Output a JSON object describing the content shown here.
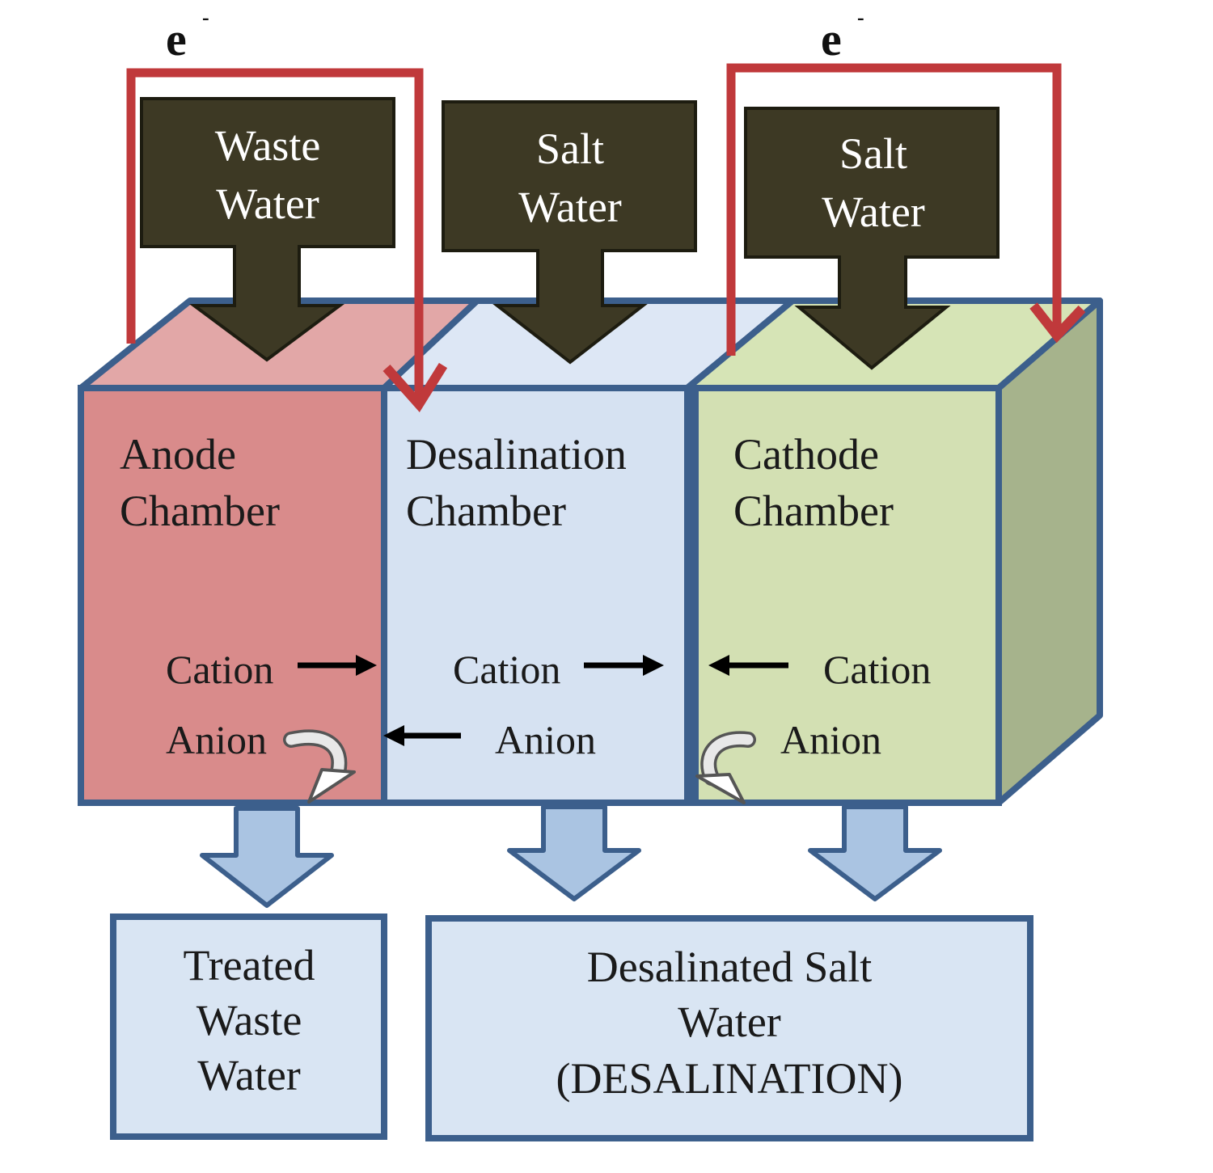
{
  "electrons": {
    "left": {
      "symbol": "e",
      "charge": "-"
    },
    "right": {
      "symbol": "e",
      "charge": "-"
    }
  },
  "inputs": [
    {
      "line1": "Waste",
      "line2": "Water"
    },
    {
      "line1": "Salt",
      "line2": "Water"
    },
    {
      "line1": "Salt",
      "line2": "Water"
    }
  ],
  "chambers": {
    "anode": {
      "line1": "Anode",
      "line2": "Chamber",
      "color": "#d98b8b"
    },
    "desalination": {
      "line1": "Desalination",
      "line2": "Chamber",
      "color": "#d6e2f2"
    },
    "cathode": {
      "line1": "Cathode",
      "line2": "Chamber",
      "color": "#d3e0b3"
    }
  },
  "ions": {
    "anode": {
      "cation": "Cation",
      "anion": "Anion"
    },
    "desalination": {
      "cation": "Cation",
      "anion": "Anion"
    },
    "cathode": {
      "cation": "Cation",
      "anion": "Anion"
    }
  },
  "outputs": {
    "treated": {
      "line1": "Treated",
      "line2": "Waste",
      "line3": "Water"
    },
    "desalinated": {
      "line1": "Desalinated Salt",
      "line2": "Water",
      "line3": "(DESALINATION)"
    }
  },
  "colors": {
    "input_arrow": "#3d3924",
    "circuit": "#c0393b",
    "outline": "#3c5f8c",
    "output_arrow": "#aac4e2",
    "output_box": "#d9e5f3"
  }
}
